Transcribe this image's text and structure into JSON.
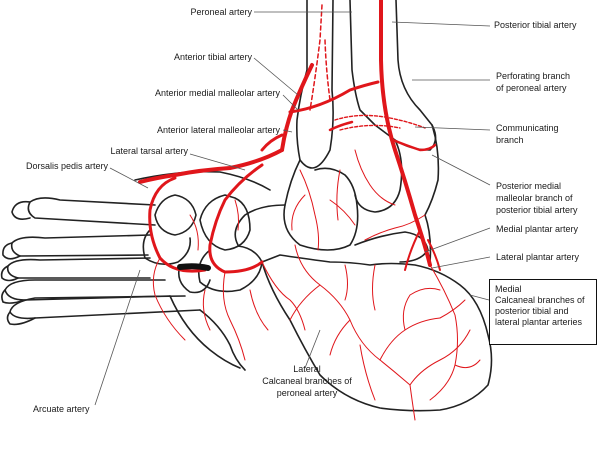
{
  "labels": {
    "peroneal_artery": "Peroneal artery",
    "posterior_tibial_artery": "Posterior tibial artery",
    "anterior_tibial_artery": "Anterior tibial artery",
    "perforating_branch_line1": "Perforating branch",
    "perforating_branch_line2": "of peroneal artery",
    "anterior_medial_malleolar_artery": "Anterior medial malleolar artery",
    "anterior_lateral_malleolar_artery": "Anterior lateral malleolar artery",
    "communicating_branch_line1": "Communicating",
    "communicating_branch_line2": "branch",
    "lateral_tarsal_artery": "Lateral tarsal artery",
    "dorsalis_pedis_artery": "Dorsalis pedis artery",
    "posterior_medial_malleolar_line1": "Posterior medial",
    "posterior_medial_malleolar_line2": "malleolar branch of",
    "posterior_medial_malleolar_line3": "posterior tibial artery",
    "medial_plantar_artery": "Medial plantar artery",
    "lateral_plantar_artery": "Lateral plantar artery",
    "medial_calcaneal_line1": "Medial",
    "medial_calcaneal_line2": "Calcaneal branches of",
    "medial_calcaneal_line3": "posterior tibial and",
    "medial_calcaneal_line4": "lateral plantar arteries",
    "lateral_calcaneal_line1": "Lateral",
    "lateral_calcaneal_line2": "Calcaneal branches of",
    "lateral_calcaneal_line3": "peroneal artery",
    "arcuate_artery": "Arcuate artery"
  },
  "colors": {
    "artery": "#e0161b",
    "bone_outline": "#222222",
    "leader_line": "#555555",
    "text": "#1a1a1a"
  }
}
